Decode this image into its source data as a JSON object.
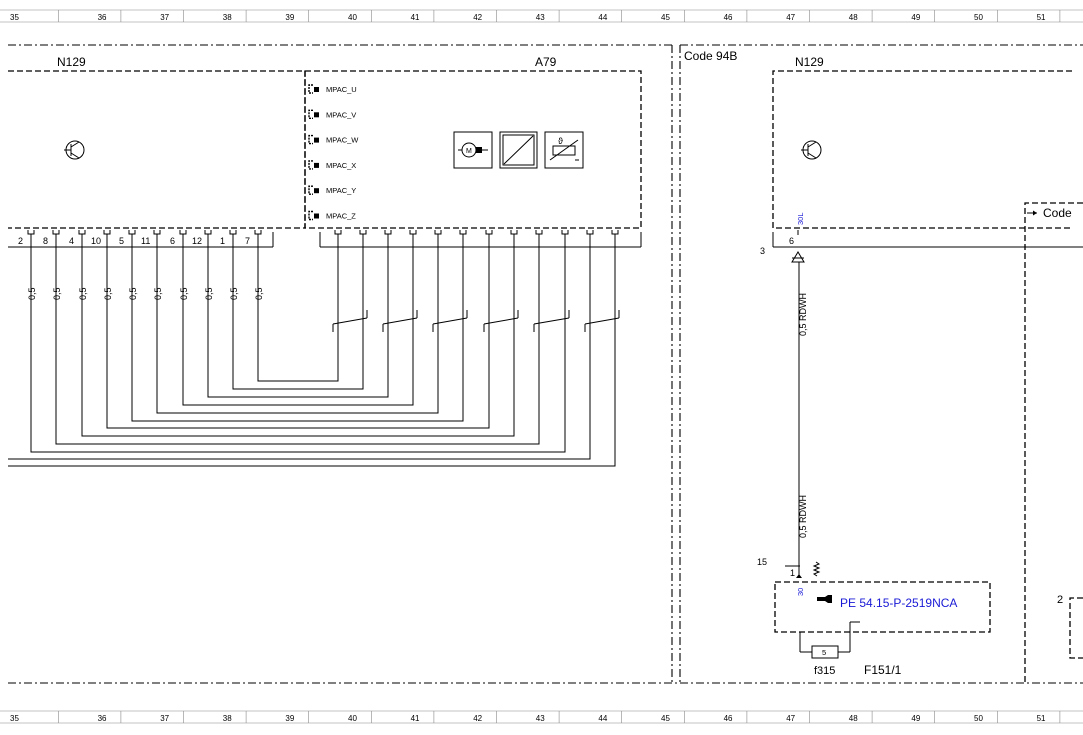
{
  "ruler": {
    "columns": [
      "35",
      "36",
      "37",
      "38",
      "39",
      "40",
      "41",
      "42",
      "43",
      "44",
      "45",
      "46",
      "47",
      "48",
      "49",
      "50",
      "51"
    ]
  },
  "modules": {
    "n129_left": "N129",
    "a79": "A79",
    "code_94b": "Code 94B",
    "n129_right": "N129",
    "code_partial": "Code"
  },
  "a79_connectors": [
    "MPAC_U",
    "MPAC_V",
    "MPAC_W",
    "MPAC_X",
    "MPAC_Y",
    "MPAC_Z"
  ],
  "n129_pins": [
    "2",
    "8",
    "4",
    "10",
    "5",
    "11",
    "6",
    "12",
    "1",
    "7"
  ],
  "wire_cross_sections": [
    "0,5",
    "0,5",
    "0,5",
    "0,5",
    "0,5",
    "0,5",
    "0,5",
    "0,5",
    "0,5",
    "0,5"
  ],
  "right_section": {
    "pin_6": "6",
    "label_3": "3",
    "terminal_30L": "30L",
    "wire_top": "0,5 RDWH",
    "wire_bottom": "0,5 RDWH",
    "label_15": "15",
    "pin_1": "1",
    "terminal_30": "30",
    "reference_link": "PE 54.15-P-2519NCA",
    "fuse_value": "5",
    "fuse_name": "f315",
    "fuse_box": "F151/1",
    "label_2": "2"
  },
  "colors": {
    "link": "#1a1ad6",
    "line": "#000000"
  }
}
